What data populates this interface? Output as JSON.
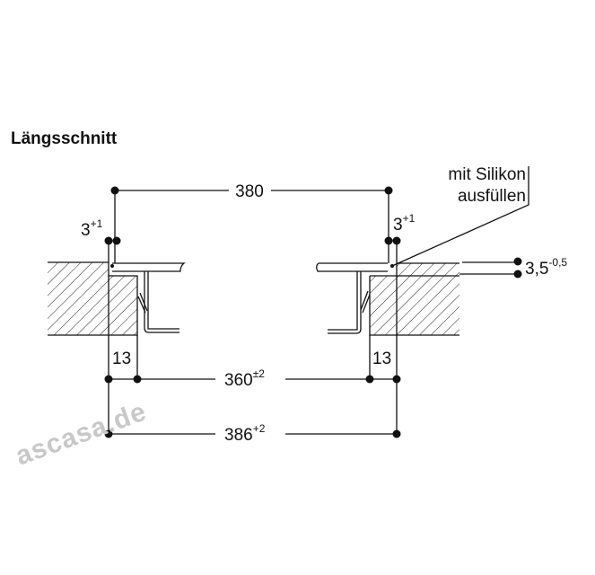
{
  "title": "Längsschnitt",
  "dimensions": {
    "overall_top": "380",
    "gap_left": {
      "base": "3",
      "tol": "+1"
    },
    "gap_right": {
      "base": "3",
      "tol": "+1"
    },
    "depth_left": "13",
    "depth_right": "13",
    "cutout": {
      "base": "360",
      "tol": "±2"
    },
    "outer": {
      "base": "386",
      "tol": "+2"
    },
    "step": {
      "base": "3,5",
      "tol": "-0,5"
    }
  },
  "note_line1": "mit Silikon",
  "note_line2": "ausfüllen",
  "watermark": "ascasa.de"
}
